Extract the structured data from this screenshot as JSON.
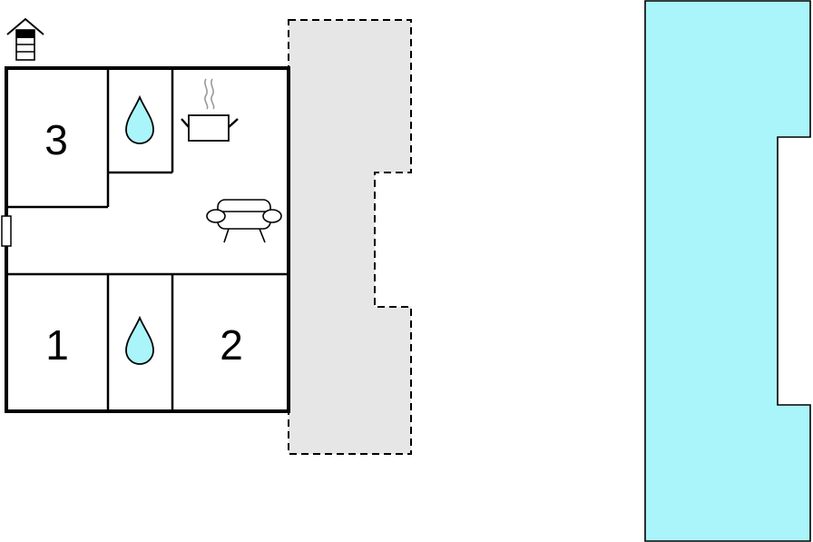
{
  "colors": {
    "wall": "#000000",
    "water_fill": "#aaf5fa",
    "pool_fill": "#aaf5fa",
    "terrace_fill": "#e6e6e6",
    "steam": "#9a9a9a",
    "background": "#ffffff"
  },
  "rooms": [
    {
      "id": "bedroom-3",
      "label": "3"
    },
    {
      "id": "bedroom-1",
      "label": "1"
    },
    {
      "id": "bedroom-2",
      "label": "2"
    }
  ],
  "icons": {
    "house_entrance": "house-entrance-icon",
    "bathroom_upper": "water-drop-icon",
    "bathroom_lower": "water-drop-icon",
    "kitchen": "cooking-pot-icon",
    "living_room": "sofa-icon",
    "door": "door-icon"
  },
  "areas": {
    "terrace": "dashed-terrace",
    "pool": "pool"
  }
}
